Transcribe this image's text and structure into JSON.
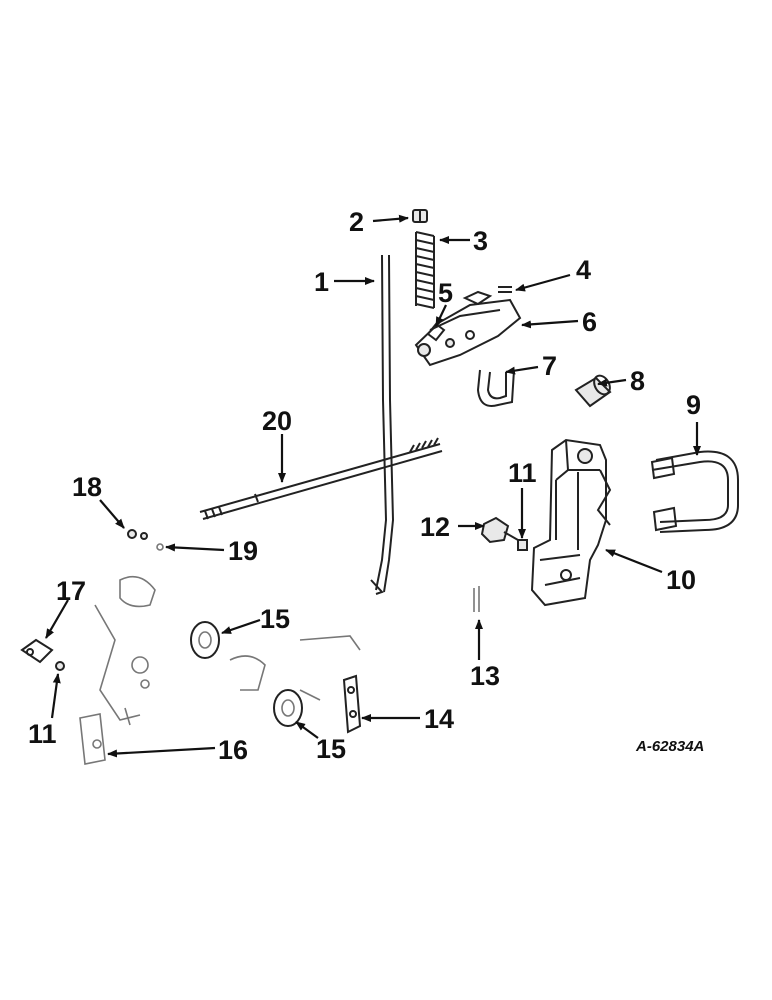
{
  "callouts": {
    "c1": "1",
    "c2": "2",
    "c3": "3",
    "c4": "4",
    "c5": "5",
    "c6": "6",
    "c7": "7",
    "c8": "8",
    "c9": "9",
    "c10": "10",
    "c11a": "11",
    "c11b": "11",
    "c12": "12",
    "c13": "13",
    "c14": "14",
    "c15a": "15",
    "c15b": "15",
    "c16": "16",
    "c17": "17",
    "c18": "18",
    "c19": "19",
    "c20": "20"
  },
  "reference_code": "A-62834A"
}
